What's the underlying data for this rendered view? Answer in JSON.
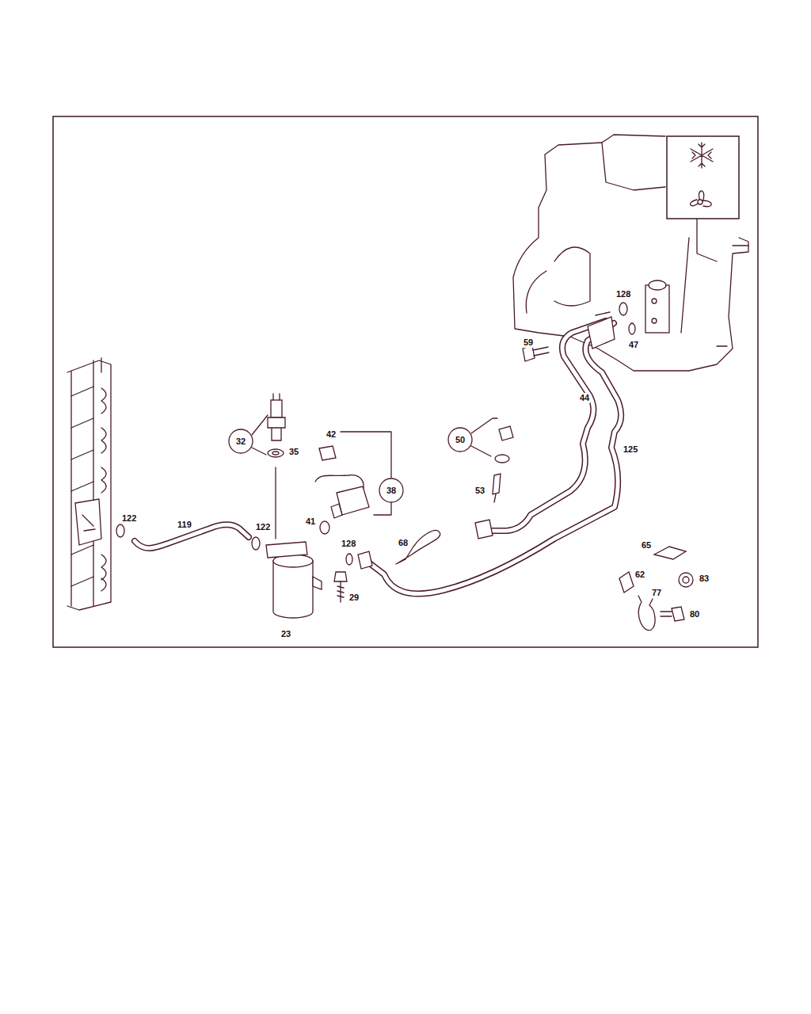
{
  "diagram": {
    "nodes": [
      {
        "text": [
          "32"
        ]
      },
      {
        "text": [
          "50"
        ]
      },
      {
        "text": [
          "38"
        ]
      }
    ],
    "labels": [
      "128",
      "59",
      "47",
      "44",
      "125",
      "42",
      "35",
      "53",
      "122",
      "119",
      "122",
      "41",
      "128",
      "68",
      "29",
      "23",
      "65",
      "62",
      "83",
      "77",
      "80"
    ]
  }
}
